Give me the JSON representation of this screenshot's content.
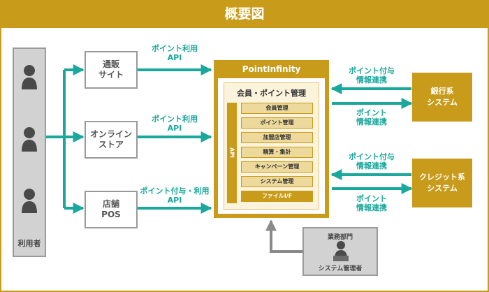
{
  "title": "概要図",
  "users": {
    "label": "利用者",
    "count": 3
  },
  "channels": [
    {
      "id": "ec",
      "label": "通販\nサイト"
    },
    {
      "id": "online",
      "label": "オンライン\nストア"
    },
    {
      "id": "store",
      "label": "店舗\nPOS"
    }
  ],
  "channel_arrow_labels": [
    "ポイント利用\nAPI",
    "ポイント利用\nAPI",
    "ポイント付与・利用\nAPI"
  ],
  "point_infinity": {
    "title": "PointInfinity",
    "management_title": "会員・ポイント管理",
    "api_label": "API",
    "modules": [
      "会員管理",
      "ポイント管理",
      "加盟店管理",
      "精算・集計",
      "キャンペーン管理",
      "システム管理"
    ],
    "file_module": "ファイルI/F"
  },
  "externals": [
    {
      "id": "bank",
      "label": "銀行系\nシステム",
      "in_label": "ポイント付与\n情報連携",
      "out_label": "ポイント\n情報連携"
    },
    {
      "id": "credit",
      "label": "クレジット系\nシステム",
      "in_label": "ポイント付与\n情報連携",
      "out_label": "ポイント\n情報連携"
    }
  ],
  "admin": {
    "department": "業務部門",
    "role": "システム管理者"
  },
  "colors": {
    "gold": "#c89b1a",
    "teal": "#1aa79c",
    "gray": "#9a9a9a"
  }
}
